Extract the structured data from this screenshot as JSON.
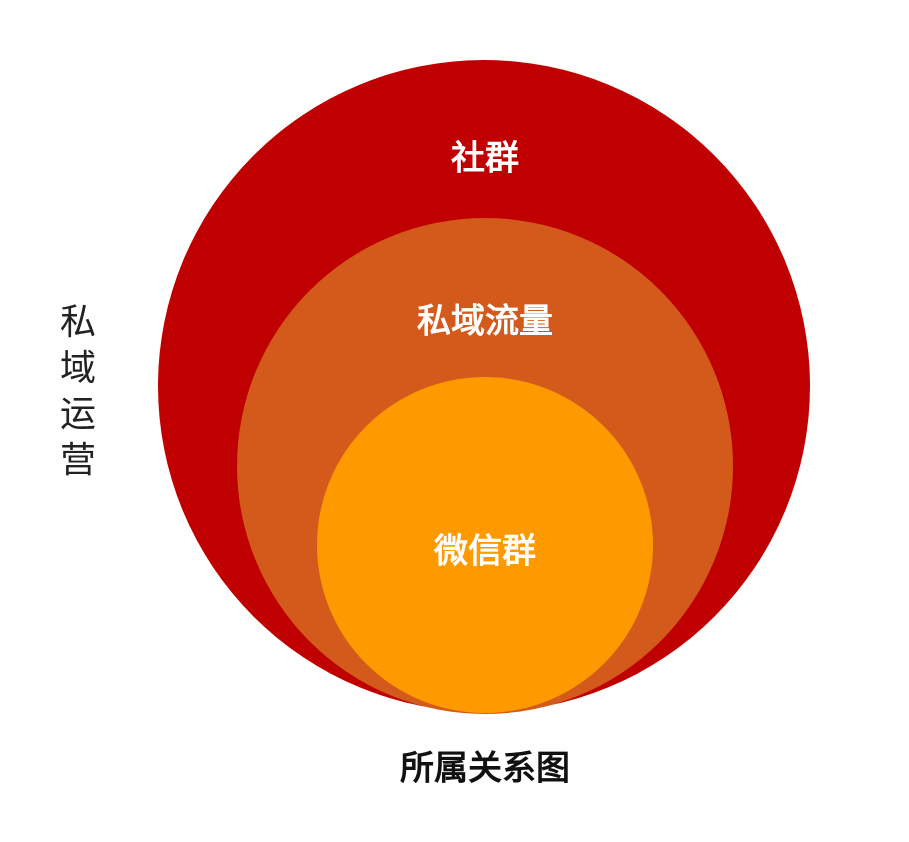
{
  "diagram": {
    "side_label": "私域运营",
    "title": "所属关系图",
    "circles": [
      {
        "label": "社群",
        "color": "#C00000"
      },
      {
        "label": "私域流量",
        "color": "#D35A1A"
      },
      {
        "label": "微信群",
        "color": "#FF9900"
      }
    ]
  }
}
